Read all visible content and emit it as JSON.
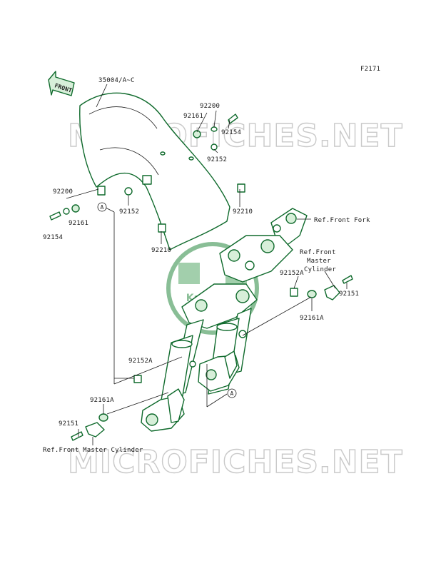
{
  "diagram": {
    "figure_code": "F2171",
    "front_tag": "FRONT",
    "watermark": "MICROFICHES.NET",
    "logo_text": "Kawasaki",
    "labels": {
      "fender": "35004/A~C",
      "n92200_top": "92200",
      "n92161_top": "92161",
      "n92154_top": "92154",
      "n92152_top": "92152",
      "n92210_right": "92210",
      "ref_front_fork": "Ref.Front Fork",
      "n92200_left": "92200",
      "n92154_left": "92154",
      "n92161_left": "92161",
      "n92152_left": "92152",
      "n92210_left": "92210",
      "ref_master_line1": "Ref.Front",
      "ref_master_line2": "Master",
      "ref_master_line3": "Cylinder",
      "n92152A_right": "92152A",
      "n92151_right": "92151",
      "n92161A_right": "92161A",
      "n92152A_left": "92152A",
      "n92161A_left": "92161A",
      "n92151_left": "92151",
      "ref_master_bottom": "Ref.Front Master Cylinder",
      "callout_a_1": "A",
      "callout_a_2": "A"
    }
  }
}
